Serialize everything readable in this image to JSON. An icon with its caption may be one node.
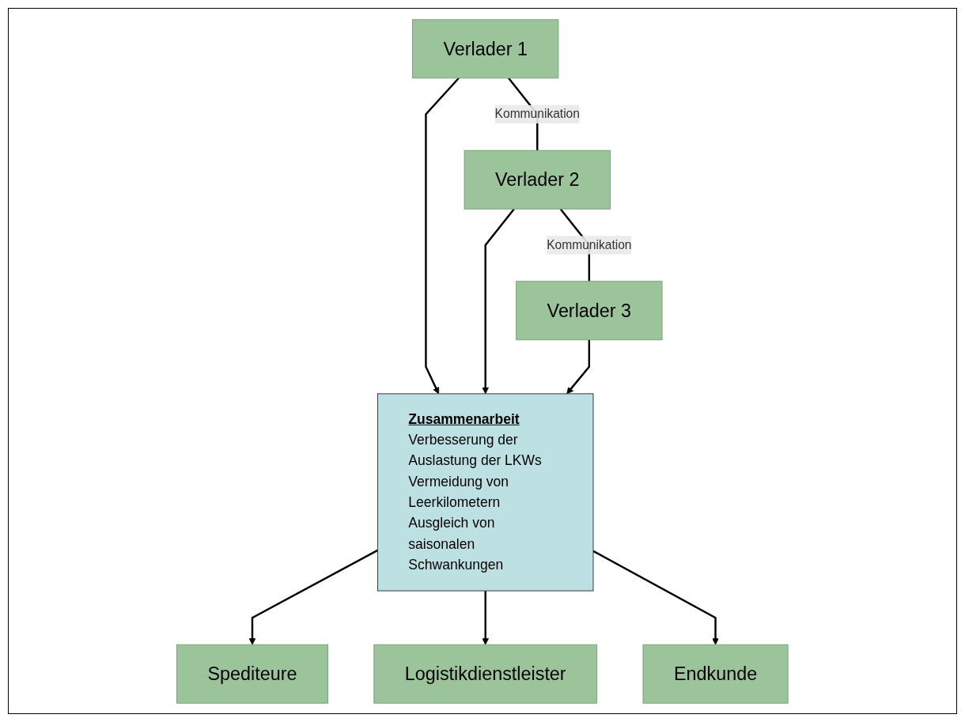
{
  "diagram": {
    "nodes": [
      {
        "text": [
          "Verlader 1"
        ]
      },
      {
        "text": [
          "Verlader 2"
        ]
      },
      {
        "text": [
          "Verlader 3"
        ]
      },
      {
        "text": [
          "Zusammenarbeit",
          "Verbesserung der Auslastung der LKWs",
          "Vermeidung von Leerkilometern",
          "Ausgleich von saisonalen Schwankungen"
        ]
      },
      {
        "text": [
          "Spediteure"
        ]
      },
      {
        "text": [
          "Logistikdienstleister"
        ]
      },
      {
        "text": [
          "Endkunde"
        ]
      }
    ],
    "edges": [
      {
        "from": 0,
        "to": 1,
        "arrow": "none",
        "label": "Kommunikation"
      },
      {
        "from": 1,
        "to": 2,
        "arrow": "none",
        "label": "Kommunikation"
      },
      {
        "from": 0,
        "to": 3,
        "arrow": "to"
      },
      {
        "from": 1,
        "to": 3,
        "arrow": "to"
      },
      {
        "from": 2,
        "to": 3,
        "arrow": "to"
      },
      {
        "from": 3,
        "to": 4,
        "arrow": "to"
      },
      {
        "from": 3,
        "to": 5,
        "arrow": "to"
      },
      {
        "from": 3,
        "to": 6,
        "arrow": "to"
      }
    ]
  }
}
